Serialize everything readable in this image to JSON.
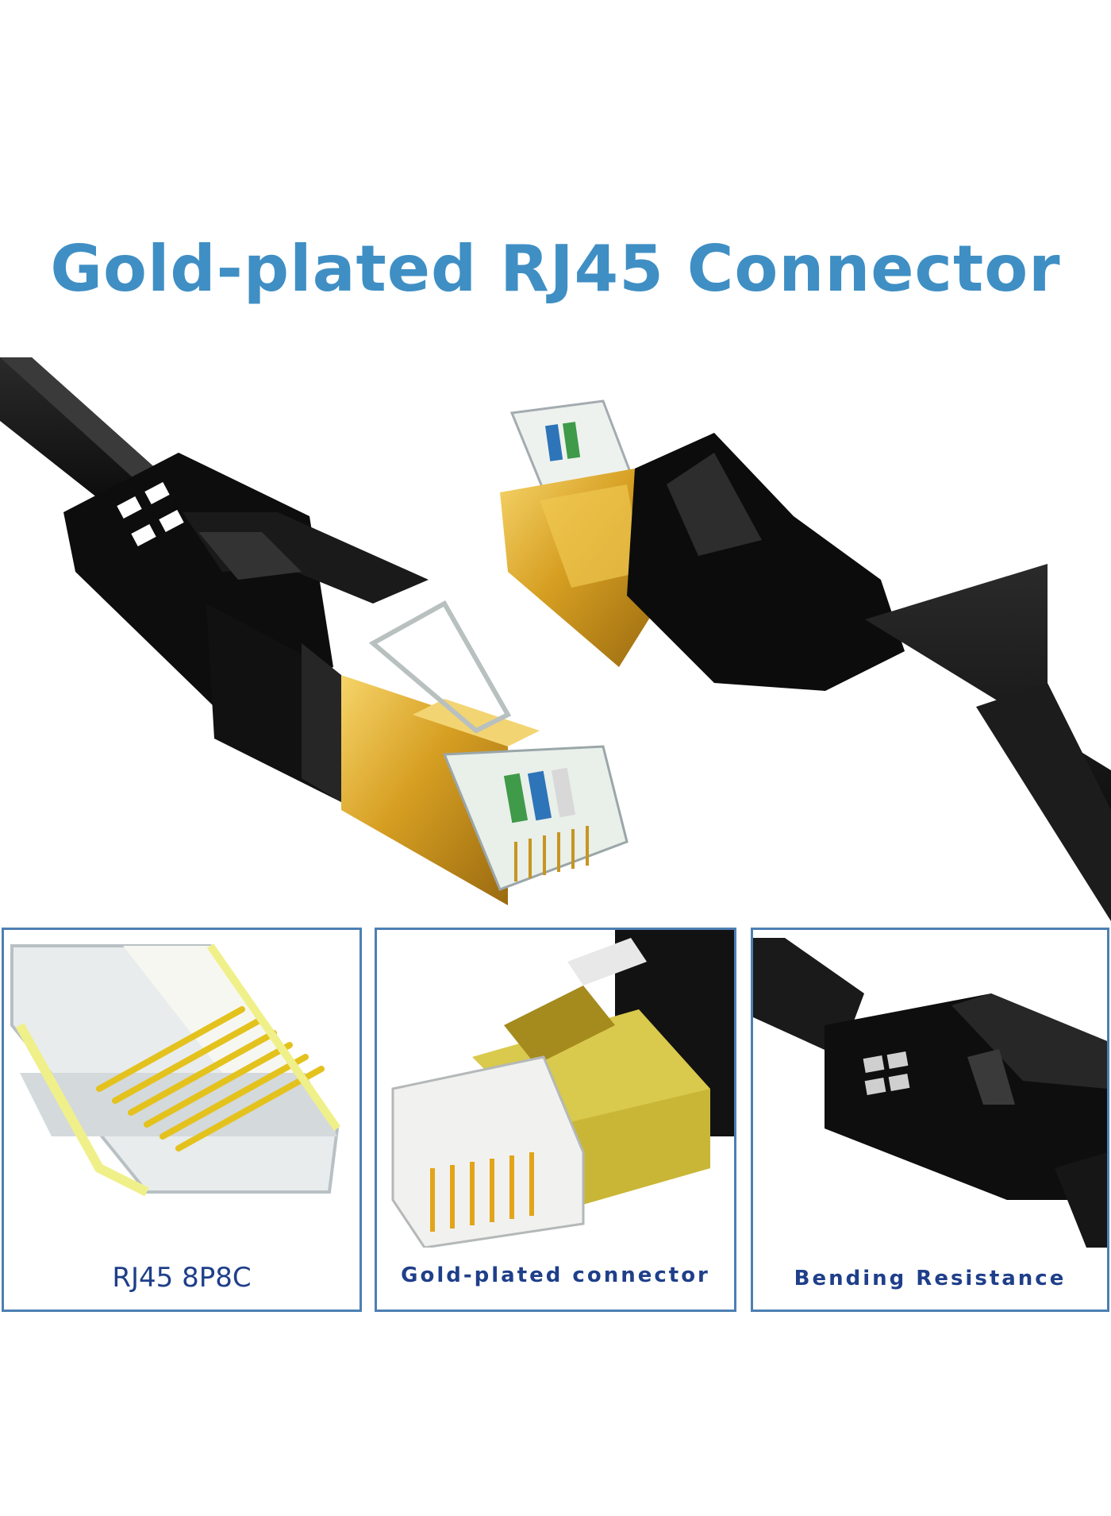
{
  "headline": "Gold-plated RJ45 Connector",
  "panels": [
    {
      "caption": "RJ45 8P8C",
      "image": "rj45-contacts-closeup"
    },
    {
      "caption": "Gold-plated connector",
      "image": "gold-plated-plug-closeup"
    },
    {
      "caption": "Bending Resistance",
      "image": "flat-cable-bend-closeup"
    }
  ],
  "colors": {
    "headline": "#3f8fc4",
    "caption": "#1f3f8a",
    "panel_border": "#4d7fb3",
    "gold": "#d8a52a",
    "cable": "#111111"
  }
}
